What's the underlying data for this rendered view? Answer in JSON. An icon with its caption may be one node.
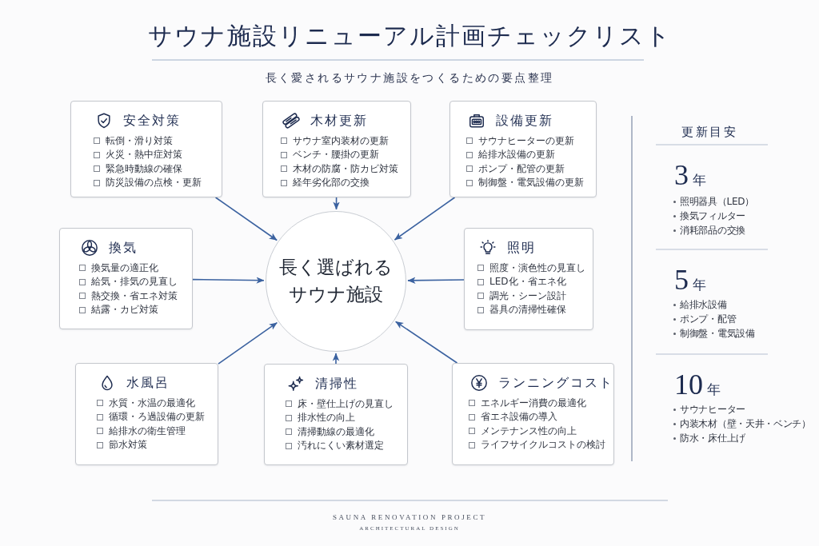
{
  "diagram": {
    "title": "サウナ施設リニューアル計画チェックリスト",
    "nodes": [
      {
        "text": [
          "安全対策",
          "転倒・滑り対策",
          "火災・熱中症対策",
          "緊急時動線の確保",
          "防災設備の点検・更新"
        ]
      },
      {
        "text": [
          "木材更新",
          "サウナ室内装材の更新",
          "ベンチ・腰掛の更新",
          "木材の防腐・防カビ対策",
          "経年劣化部の交換"
        ]
      },
      {
        "text": [
          "設備更新",
          "サウナヒーターの更新",
          "給排水設備の更新",
          "ポンプ・配管の更新",
          "制御盤・電気設備の更新"
        ]
      },
      {
        "text": [
          "換気",
          "換気量の適正化",
          "給気・排気の見直し",
          "熱交換・省エネ対策",
          "結露・カビ対策"
        ]
      },
      {
        "text": [
          "長く選ばれるサウナ施設"
        ]
      },
      {
        "text": [
          "照明",
          "照度・演色性の見直し",
          "LED化・省エネ化",
          "調光・シーン設計",
          "器具の清掃性確保"
        ]
      },
      {
        "text": [
          "水風呂",
          "水質・水温の最適化",
          "循環・ろ過設備の更新",
          "給排水の衛生管理",
          "節水対策"
        ]
      },
      {
        "text": [
          "清掃性",
          "床・壁仕上げの見直し",
          "排水性の向上",
          "清掃動線の最適化",
          "汚れにくい素材選定"
        ]
      },
      {
        "text": [
          "ランニングコスト",
          "エネルギー消費の最適化",
          "省エネ設備の導入",
          "メンテナンス性の向上",
          "ライフサイクルコストの検討"
        ]
      }
    ],
    "edges": [
      {
        "from": 0,
        "to": 4,
        "arrow": "to"
      },
      {
        "from": 1,
        "to": 4,
        "arrow": "to"
      },
      {
        "from": 2,
        "to": 4,
        "arrow": "to"
      },
      {
        "from": 3,
        "to": 4,
        "arrow": "to"
      },
      {
        "from": 5,
        "to": 4,
        "arrow": "to"
      },
      {
        "from": 6,
        "to": 4,
        "arrow": "to"
      },
      {
        "from": 7,
        "to": 4,
        "arrow": "to"
      },
      {
        "from": 8,
        "to": 4,
        "arrow": "to"
      }
    ],
    "labels": [
      "長く愛されるサウナ施設をつくるための要点整理",
      "更新目安",
      "3年",
      "照明器具（LED）",
      "換気フィルター",
      "消耗部品の交換",
      "5年",
      "給排水設備",
      "ポンプ・配管",
      "制御盤・電気設備",
      "10年",
      "サウナヒーター",
      "内装木材（壁・天井・ベンチ）",
      "防水・床仕上げ",
      "SAUNA RENOVATION PROJECT",
      "ARCHITECTURAL DESIGN"
    ]
  }
}
